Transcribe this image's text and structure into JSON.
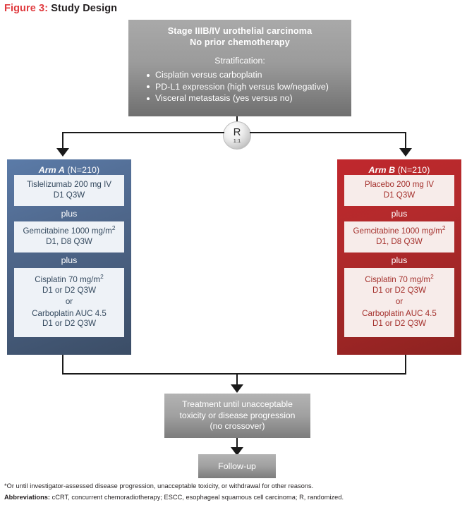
{
  "figure": {
    "label": "Figure 3:",
    "title": "Study Design"
  },
  "colors": {
    "accent_red": "#e03a3e",
    "arm_a": "#4a6187",
    "arm_b": "#b22a2c",
    "neutral_grey": "#9b9b9b"
  },
  "population_box": {
    "heading_line1": "Stage IIIB/IV urothelial carcinoma",
    "heading_line2": "No prior chemotherapy",
    "stratification_label": "Stratification:",
    "stratification_items": [
      "Cisplatin versus carboplatin",
      "PD-L1 expression (high versus low/negative)",
      "Visceral metastasis (yes versus no)"
    ]
  },
  "randomization": {
    "symbol": "R",
    "ratio": "1:1"
  },
  "arms": [
    {
      "id": "arm-a",
      "title_italic": "Arm A",
      "title_rest": " (N=210)",
      "connector_label": "plus",
      "treatments": [
        {
          "line1": "Tislelizumab 200 mg IV",
          "line2": "D1 Q3W"
        },
        {
          "line1": "Gemcitabine 1000 mg/m",
          "superscript": "2",
          "line2": "D1, D8 Q3W"
        },
        {
          "line1": "Cisplatin 70 mg/m",
          "superscript": "2",
          "line2": "D1 or D2 Q3W",
          "or_label": "or",
          "line3": "Carboplatin AUC 4.5",
          "line4": "D1 or D2 Q3W"
        }
      ]
    },
    {
      "id": "arm-b",
      "title_italic": "Arm B",
      "title_rest": " (N=210)",
      "connector_label": "plus",
      "treatments": [
        {
          "line1": "Placebo 200 mg IV",
          "line2": "D1 Q3W"
        },
        {
          "line1": "Gemcitabine 1000 mg/m",
          "superscript": "2",
          "line2": "D1, D8 Q3W"
        },
        {
          "line1": "Cisplatin 70 mg/m",
          "superscript": "2",
          "line2": "D1 or D2 Q3W",
          "or_label": "or",
          "line3": "Carboplatin AUC 4.5",
          "line4": "D1 or D2 Q3W"
        }
      ]
    }
  ],
  "treatment_box": {
    "line1": "Treatment until unacceptable",
    "line2": "toxicity or disease progression",
    "line3": "(no crossover)"
  },
  "followup_box": {
    "label": "Follow-up"
  },
  "footnotes": {
    "note": "*Or until investigator-assessed disease progression, unacceptable toxicity, or withdrawal for other reasons.",
    "abbreviations_label": "Abbreviations:",
    "abbreviations_text": " cCRT, concurrent chemoradiotherapy; ESCC, esophageal squamous cell carcinoma; R, randomized."
  }
}
